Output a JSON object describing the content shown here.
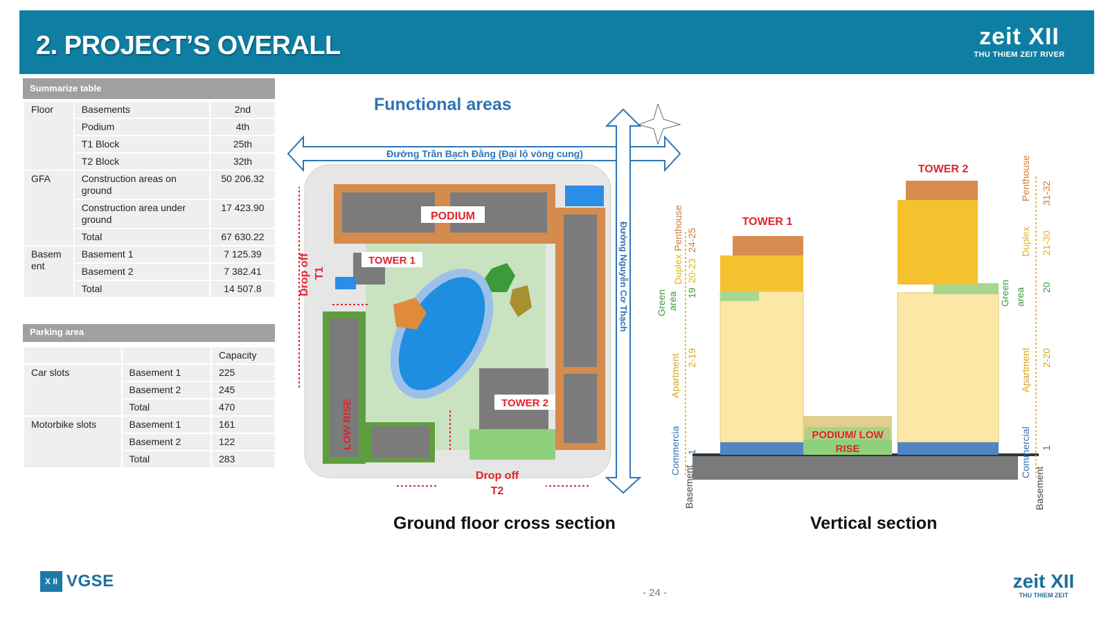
{
  "header": {
    "title": "2. PROJECT’S OVERALL",
    "brand": "zeit XII",
    "brand_sub": "THU THIEM ZEIT RIVER"
  },
  "summary": {
    "caption": "Summarize table",
    "rows": [
      {
        "group": "Floor",
        "item": "Basements",
        "value": "2nd"
      },
      {
        "group": "",
        "item": "Podium",
        "value": "4th"
      },
      {
        "group": "",
        "item": "T1 Block",
        "value": "25th"
      },
      {
        "group": "",
        "item": "T2 Block",
        "value": "32th"
      },
      {
        "group": "GFA",
        "item": "Construction areas on ground",
        "value": "50 206.32"
      },
      {
        "group": "",
        "item": "Construction area under ground",
        "value": "17 423.90"
      },
      {
        "group": "",
        "item": "Total",
        "value": "67 630.22"
      },
      {
        "group": "Basement",
        "item": "Basement 1",
        "value": "7 125.39"
      },
      {
        "group": "",
        "item": "Basement 2",
        "value": "7 382.41"
      },
      {
        "group": "",
        "item": "Total",
        "value": "14 507.8"
      }
    ]
  },
  "parking": {
    "caption": "Parking area",
    "header": "Capacity",
    "rows": [
      {
        "group": "Car slots",
        "item": "Basement 1",
        "value": "225"
      },
      {
        "group": "",
        "item": "Basement 2",
        "value": "245"
      },
      {
        "group": "",
        "item": "Total",
        "value": "470"
      },
      {
        "group": "Motorbike slots",
        "item": "Basement 1",
        "value": "161"
      },
      {
        "group": "",
        "item": "Basement 2",
        "value": "122"
      },
      {
        "group": "",
        "item": "Total",
        "value": "283"
      }
    ]
  },
  "plan": {
    "title": "Functional areas",
    "road_top": "Đường Trần Bạch Đằng  (Đại lộ vòng cung)",
    "road_right": "Đường Nguyễn Cơ Thạch",
    "podium": "PODIUM",
    "tower1": "TOWER 1",
    "tower2": "TOWER 2",
    "low_rise": "LOW RISE",
    "dropoff_t1_a": "Drop off",
    "dropoff_t1_b": "T1",
    "dropoff_t2_a": "Drop off",
    "dropoff_t2_b": "T2",
    "label": "Ground floor cross section"
  },
  "vertical": {
    "tower1": "TOWER 1",
    "tower2": "TOWER 2",
    "podium_a": "PODIUM/ LOW",
    "podium_b": "RISE",
    "left_zones": {
      "penthouse": "Penthouse",
      "duplex": "Duplex",
      "green": "Green",
      "area": "area",
      "apartment": "Apartment",
      "commercial": "Commercia",
      "basement": "Basement"
    },
    "left_levels": {
      "penthouse": "24-25",
      "duplex": "20-23",
      "green": "19",
      "apartment": "2-19",
      "commercial": "1"
    },
    "right_zones": {
      "penthouse": "Penthouse",
      "duplex": "Duplex",
      "green": "Green",
      "area": "area",
      "apartment": "Apartment",
      "commercial": "Commercial",
      "basement": "Basement"
    },
    "right_levels": {
      "penthouse": "31-32",
      "duplex": "21-30",
      "green": "20",
      "apartment": "2-20",
      "commercial": "1"
    },
    "label": "Vertical section"
  },
  "footer": {
    "left_mark": "X II",
    "left_text": "VGSE",
    "page": "- 24 -",
    "right_logo": "zeit XII",
    "right_sub": "THU THIEM ZEIT"
  },
  "colors": {
    "header": "#0e7fa3",
    "label_red": "#e0232b",
    "title_blue": "#2e74b5",
    "water": "#1f8ee0",
    "tower_yellow": "#f6d46a",
    "tower_gold": "#f5c12f",
    "penthouse_orange": "#d98c4f",
    "green_area": "#8fd07a",
    "commercial_blue": "#4f86c6"
  }
}
